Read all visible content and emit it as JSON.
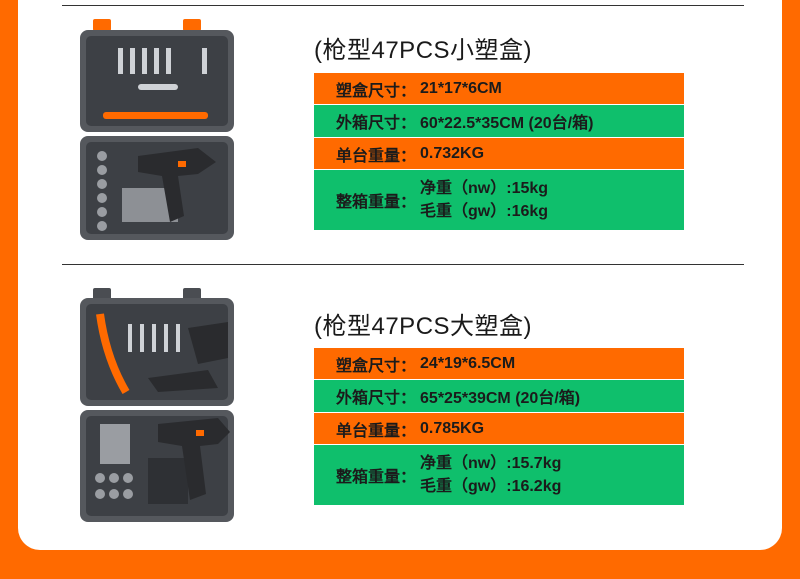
{
  "colors": {
    "orange": "#ff6a00",
    "green": "#0fbf6c",
    "case": "#4a4d52"
  },
  "products": [
    {
      "title": "(枪型47PCS小塑盒)",
      "box_size": {
        "label": "塑盒尺寸：",
        "value": "21*17*6CM"
      },
      "carton_size": {
        "label": "外箱尺寸：",
        "value": "60*22.5*35CM (20台/箱)"
      },
      "unit_weight": {
        "label": "单台重量：",
        "value": "0.732KG"
      },
      "carton_weight": {
        "label": "整箱重量：",
        "net": "净重（nw）:15kg",
        "gross": "毛重（gw）:16kg"
      }
    },
    {
      "title": "(枪型47PCS大塑盒)",
      "box_size": {
        "label": "塑盒尺寸：",
        "value": "24*19*6.5CM"
      },
      "carton_size": {
        "label": "外箱尺寸：",
        "value": "65*25*39CM (20台/箱)"
      },
      "unit_weight": {
        "label": "单台重量：",
        "value": "0.785KG"
      },
      "carton_weight": {
        "label": "整箱重量：",
        "net": "净重（nw）:15.7kg",
        "gross": "毛重（gw）:16.2kg"
      }
    }
  ]
}
